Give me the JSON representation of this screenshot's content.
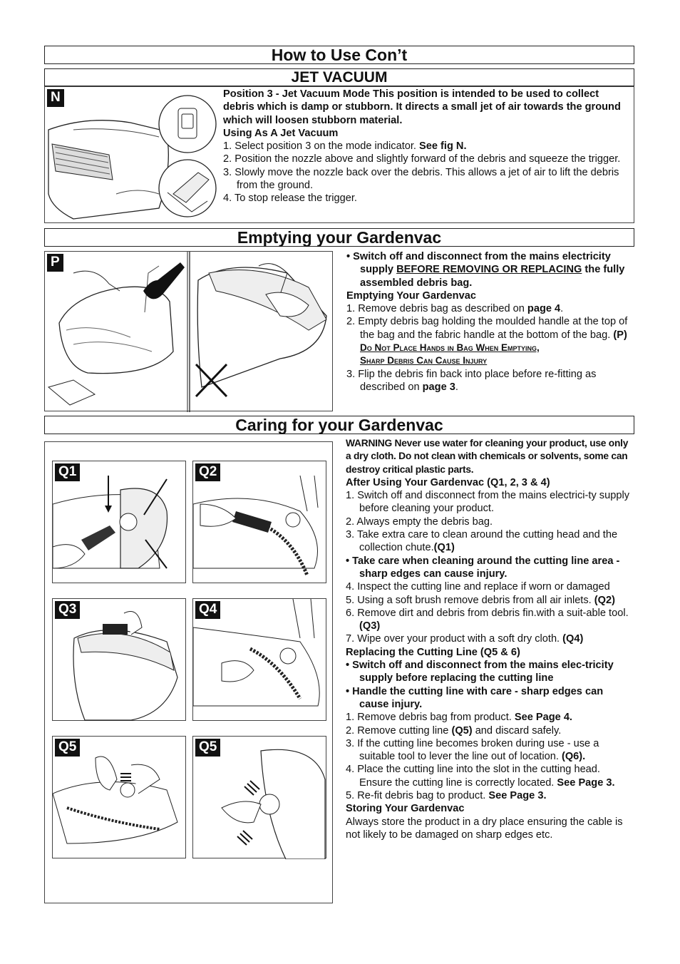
{
  "headers": {
    "main": "How to Use Con’t",
    "jet": "JET VACUUM",
    "empty": "Emptying your Gardenvac",
    "caring": "Caring for your Gardenvac"
  },
  "figure_tags": {
    "n": "N",
    "p": "P",
    "q1": "Q1",
    "q2": "Q2",
    "q3": "Q3",
    "q4": "Q4",
    "q5a": "Q5",
    "q5b": "Q5"
  },
  "jet_vacuum": {
    "intro_bold": "Position 3 - Jet Vacuum Mode    This position is intended to be used to collect debris which is damp or stubborn.  It directs a small jet of air towards the ground which will loosen stubborn material.",
    "subhead": "Using As A Jet Vacuum",
    "step1_a": "1. Select position 3 on the mode indicator. ",
    "step1_b": "See fig N.",
    "step2": "2. Position the nozzle above and slightly forward of the debris and squeeze the trigger.",
    "step3": "3. Slowly move the nozzle back over the debris.  This allows a jet of air to lift the debris from the ground.",
    "step4": "4. To stop release the trigger."
  },
  "emptying": {
    "bullet_a": "•  Switch off and disconnect from the mains electricity supply ",
    "bullet_u": "BEFORE REMOVING OR REPLACING",
    "bullet_b": " the fully assembled debris bag.",
    "subhead": "Emptying Your Gardenvac",
    "step1_a": "1. Remove debris bag as described on ",
    "step1_b": "page 4",
    "step1_c": ".",
    "step2_a": "2. Empty debris bag holding the moulded handle at the top of the bag and the fabric handle at the bottom of the bag. ",
    "step2_b": "(P)",
    "warn1": "Do Not Place Hands in Bag When Emptying,",
    "warn2": "Sharp Debris Can Cause Injury",
    "step3_a": "3. Flip the debris fin back into place before re-fitting as described on ",
    "step3_b": "page 3",
    "step3_c": "."
  },
  "caring": {
    "warning": "WARNING  Never use water for cleaning your product, use only a dry cloth.  Do not clean with chemicals or solvents, some can destroy critical plastic parts.",
    "after_head": "After Using Your Gardenvac (Q1, 2, 3 & 4)",
    "s1": "1. Switch off and disconnect from the mains electrici-ty supply before cleaning your product.",
    "s2": "2. Always empty the debris bag.",
    "s3_a": "3. Take extra care to clean around the cutting head and the collection chute.",
    "s3_b": "(Q1)",
    "bullet1": "•  Take care when cleaning around the cutting line area - sharp edges can cause injury.",
    "s4": "4. Inspect the cutting line and replace if worn or damaged",
    "s5_a": "5. Using a soft brush remove debris from all air inlets. ",
    "s5_b": "(Q2)",
    "s6_a": "6. Remove dirt and debris from debris fin.with a suit-able tool. ",
    "s6_b": "(Q3)",
    "s7_a": "7. Wipe over your product with a soft dry cloth. ",
    "s7_b": "(Q4)",
    "replace_head": "Replacing the Cutting Line (Q5 & 6)",
    "bullet2": "•  Switch off and disconnect from the mains elec-tricity supply before replacing the cutting line",
    "bullet3": "•  Handle the cutting line with care - sharp edges can cause injury.",
    "r1_a": "1. Remove debris bag from product. ",
    "r1_b": "See Page 4.",
    "r2_a": "2. Remove cutting line ",
    "r2_b": "(Q5)",
    "r2_c": " and discard safely.",
    "r3_a": "3. If the cutting line becomes broken during use - use a suitable tool to lever the line out of location. ",
    "r3_b": "(Q6).",
    "r4_a": "4. Place the cutting line into the slot in the cutting head.  Ensure the cutting line is correctly located. ",
    "r4_b": "See Page 3.",
    "r5_a": "5. Re-fit debris bag to product. ",
    "r5_b": "See Page 3.",
    "storing_head": "Storing Your Gardenvac",
    "storing_text": "Always store the product in a dry place ensuring the cable is not likely to be damaged on sharp edges etc."
  }
}
